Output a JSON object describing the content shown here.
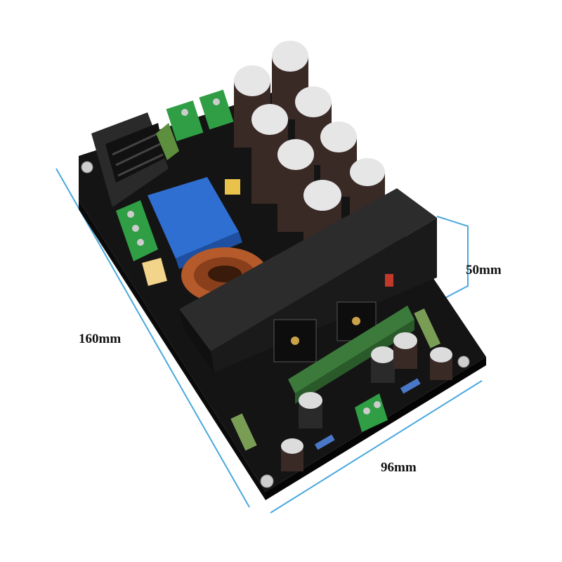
{
  "dimensions": {
    "length_label": "160mm",
    "height_label": "50mm",
    "width_label": "96mm"
  },
  "colors": {
    "dimension_line": "#4aa8dc",
    "pcb": "#141414",
    "heatsink": "#1f1f1f",
    "capacitor_body": "#3a2a26",
    "capacitor_top": "#e6e6e6",
    "terminal_block": "#2f9e44",
    "relay": "#2f6fd1",
    "toroid_copper": "#b55a2a",
    "daughter_board": "#3b7a3b",
    "resistor": "#7a9d56"
  }
}
